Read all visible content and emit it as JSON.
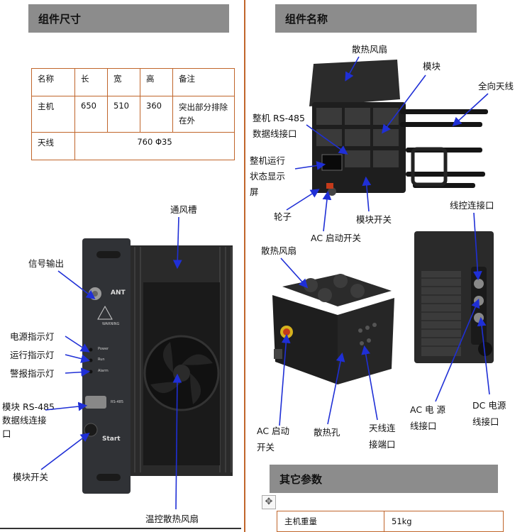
{
  "left": {
    "header": "组件尺寸",
    "table": {
      "headers": [
        "名称",
        "长",
        "宽",
        "高",
        "备注"
      ],
      "rows": [
        [
          "主机",
          "650",
          "510",
          "360",
          "突出部分排除在外"
        ],
        [
          "天线",
          "760    Φ35"
        ]
      ]
    },
    "module_labels": {
      "vent": "通风槽",
      "signal_out": "信号输出",
      "power_led": "电源指示灯",
      "run_led": "运行指示灯",
      "alarm_led": "警报指示灯",
      "rs485": "模块 RS-485\n数据线连接\n口",
      "module_switch": "模块开关",
      "fan": "温控散热风扇"
    },
    "panel_text": {
      "ant": "ANT",
      "warning": "WARNING",
      "power": "Power",
      "run": "Run",
      "alarm": "Alarm",
      "rs485": "RS-485",
      "start": "Start"
    }
  },
  "right": {
    "header": "组件名称",
    "labels": {
      "fan_top": "散热风扇",
      "module": "模块",
      "antenna": "全向天线",
      "rs485": "整机 RS-485\n数据线接口",
      "status_screen": "整机运行\n状态显示\n屏",
      "wheel": "轮子",
      "module_switch": "模块开关",
      "ac_switch_top": "AC 启动开关",
      "fan_mid": "散热风扇",
      "wire_port": "线控连接口",
      "ac_switch_bottom": "AC 启动\n开关",
      "vent_hole": "散热孔",
      "antenna_port": "天线连\n接端口",
      "ac_power": "AC 电 源\n线接口",
      "dc_power": "DC 电源\n线接口"
    },
    "other_header": "其它参数",
    "params": [
      {
        "name": "主机重量",
        "value": "51kg"
      }
    ]
  },
  "colors": {
    "header_bg": "#8c8c8c",
    "table_border": "#c0652a",
    "divider": "#c0652a",
    "arrow": "#1f2fd6"
  },
  "icons": [
    "move-icon"
  ]
}
